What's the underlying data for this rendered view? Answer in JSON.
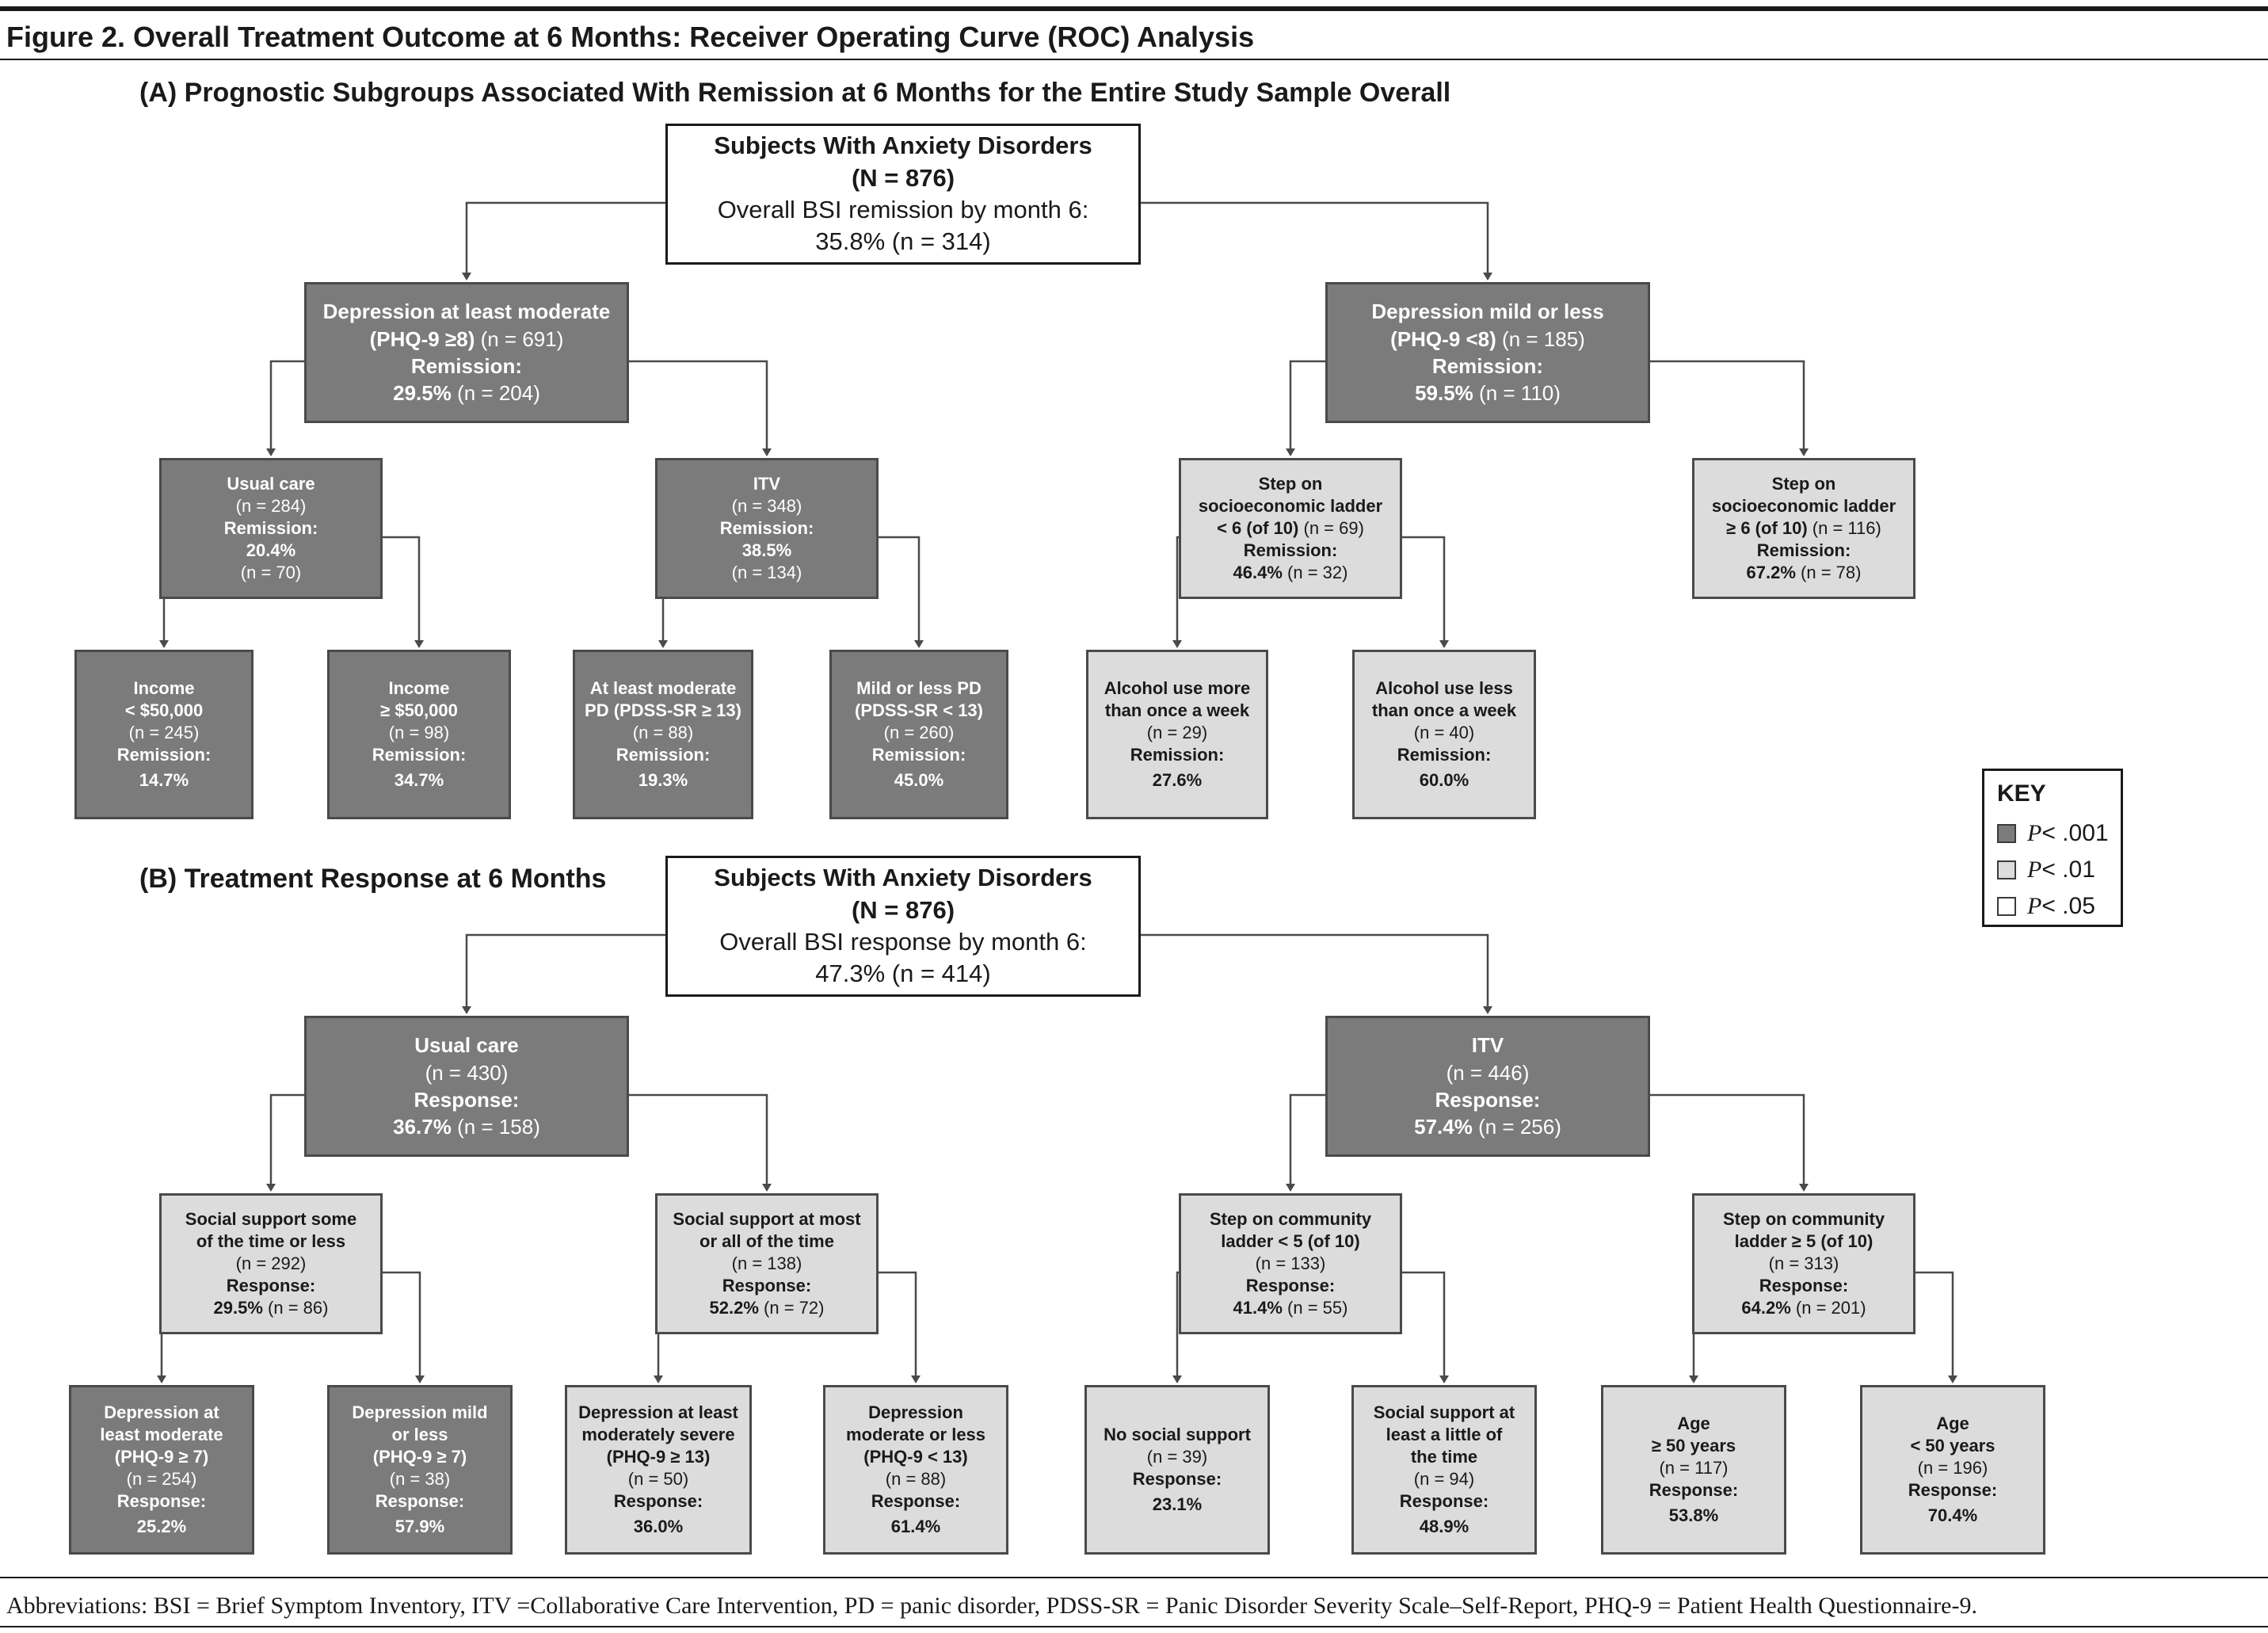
{
  "figure_title": "Figure 2. Overall Treatment Outcome at 6 Months: Receiver Operating Curve (ROC) Analysis",
  "panel_a_title": "(A) Prognostic Subgroups Associated With Remission at 6 Months for the Entire Study Sample Overall",
  "panel_b_title": "(B) Treatment Response at 6 Months",
  "colors": {
    "p001": "#7b7b7b",
    "p01": "#dcdcdc",
    "p05": "#ffffff",
    "border": "#4a4a4a"
  },
  "nodes": {
    "a_root": [
      "Subjects With Anxiety Disorders",
      "(N = 876)",
      "Overall BSI remission by month 6:",
      "35.8% (n = 314)"
    ],
    "a_dep_mod": [
      "Depression at least moderate",
      "(PHQ-9 ≥8) (n = 691)",
      "Remission:",
      "29.5% (n = 204)"
    ],
    "a_dep_mild": [
      "Depression mild or less",
      "(PHQ-9 <8) (n = 185)",
      "Remission:",
      "59.5% (n = 110)"
    ],
    "a_usual": [
      "Usual care",
      "(n = 284)",
      "Remission:",
      "20.4%",
      "(n = 70)"
    ],
    "a_itv": [
      "ITV",
      "(n = 348)",
      "Remission:",
      "38.5%",
      "(n = 134)"
    ],
    "a_ladder_lt6": [
      "Step on",
      "socioeconomic ladder",
      "< 6 (of 10) (n = 69)",
      "Remission:",
      "46.4% (n = 32)"
    ],
    "a_ladder_ge6": [
      "Step on",
      "socioeconomic ladder",
      "≥ 6 (of 10) (n = 116)",
      "Remission:",
      "67.2% (n = 78)"
    ],
    "a_income_lt": [
      "Income",
      "< $50,000",
      "(n = 245)",
      "Remission:",
      "14.7%"
    ],
    "a_income_ge": [
      "Income",
      "≥ $50,000",
      "(n = 98)",
      "Remission:",
      "34.7%"
    ],
    "a_pd_mod": [
      "At least moderate",
      "PD (PDSS-SR ≥ 13)",
      "(n = 88)",
      "Remission:",
      "19.3%"
    ],
    "a_pd_mild": [
      "Mild or less  PD",
      "(PDSS-SR < 13)",
      "(n = 260)",
      "Remission:",
      "45.0%"
    ],
    "a_alc_more": [
      "Alcohol use more",
      "than once a week",
      "(n = 29)",
      "Remission:",
      "27.6%"
    ],
    "a_alc_less": [
      "Alcohol use less",
      "than once a week",
      "(n = 40)",
      "Remission:",
      "60.0%"
    ],
    "b_root": [
      "Subjects With Anxiety Disorders",
      "(N = 876)",
      "Overall BSI response by month 6:",
      "47.3% (n = 414)"
    ],
    "b_usual": [
      "Usual care",
      "(n = 430)",
      "Response:",
      "36.7% (n = 158)"
    ],
    "b_itv": [
      "ITV",
      "(n = 446)",
      "Response:",
      "57.4% (n = 256)"
    ],
    "b_ss_some": [
      "Social support some",
      "of the time or less",
      "(n = 292)",
      "Response:",
      "29.5% (n = 86)"
    ],
    "b_ss_most": [
      "Social support at most",
      "or all of the time",
      "(n = 138)",
      "Response:",
      "52.2% (n = 72)"
    ],
    "b_comm_lt5": [
      "Step on community",
      "ladder < 5 (of 10)",
      "(n = 133)",
      "Response:",
      "41.4% (n = 55)"
    ],
    "b_comm_ge5": [
      "Step on community",
      "ladder  ≥ 5 (of 10)",
      "(n = 313)",
      "Response:",
      "64.2% (n = 201)"
    ],
    "b_dep1": [
      "Depression at",
      "least moderate",
      "(PHQ-9 ≥ 7)",
      "(n = 254)",
      "Response:",
      "25.2%"
    ],
    "b_dep2": [
      "Depression mild",
      "or less",
      "(PHQ-9 ≥ 7)",
      "(n = 38)",
      "Response:",
      "57.9%"
    ],
    "b_dep3": [
      "Depression at least",
      "moderately severe",
      "(PHQ-9 ≥ 13)",
      "(n = 50)",
      "Response:",
      "36.0%"
    ],
    "b_dep4": [
      "Depression",
      "moderate or less",
      "(PHQ-9 < 13)",
      "(n = 88)",
      "Response:",
      "61.4%"
    ],
    "b_nosocial": [
      "No social support",
      "(n = 39)",
      "Response:",
      "23.1%"
    ],
    "b_social_little": [
      "Social support at",
      "least a little of",
      "the time",
      "(n = 94)",
      "Response:",
      "48.9%"
    ],
    "b_age_ge50": [
      "Age",
      "≥ 50 years",
      "(n = 117)",
      "Response:",
      "53.8%"
    ],
    "b_age_lt50": [
      "Age",
      "< 50 years",
      "(n = 196)",
      "Response:",
      "70.4%"
    ]
  },
  "key": {
    "title": "KEY",
    "items": [
      {
        "p": "P",
        "label": " < .001",
        "color": "#7b7b7b"
      },
      {
        "p": "P",
        "label": " < .01",
        "color": "#dcdcdc"
      },
      {
        "p": "P",
        "label": " < .05",
        "color": "#ffffff"
      }
    ]
  },
  "footer": "Abbreviations: BSI = Brief Symptom Inventory, ITV =Collaborative Care Intervention, PD = panic disorder, PDSS-SR = Panic Disorder Severity Scale–Self-Report, PHQ-9 = Patient Health Questionnaire-9."
}
